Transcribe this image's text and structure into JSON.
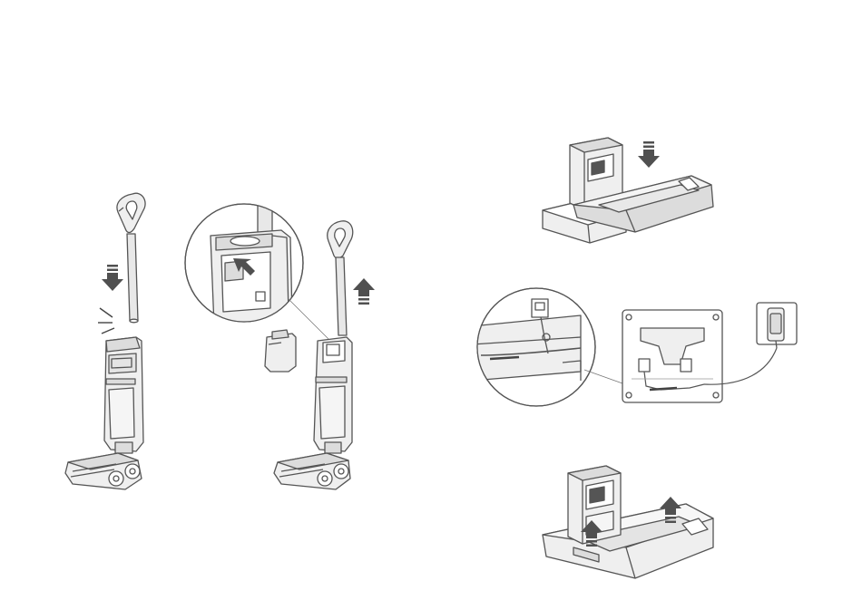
{
  "figure": {
    "background": "#ffffff",
    "stroke_color": "#555555",
    "fill_light": "#efefef",
    "fill_mid": "#dcdcdc",
    "fill_dark": "#555555",
    "arrow_color": "#505050",
    "panels": [
      {
        "id": "insert-handle-step",
        "icons": [
          "down-arrow-icon",
          "click-sound-icon"
        ]
      },
      {
        "id": "lift-handle-step",
        "icons": [
          "push-arrow-icon",
          "up-arrow-icon"
        ]
      },
      {
        "id": "dock-assembly-step",
        "icons": [
          "down-arrow-icon"
        ]
      },
      {
        "id": "cable-routing-step",
        "icons": [
          "power-plug-icon"
        ]
      },
      {
        "id": "dock-release-step",
        "icons": [
          "up-arrow-icon",
          "up-arrow-icon"
        ]
      }
    ]
  }
}
